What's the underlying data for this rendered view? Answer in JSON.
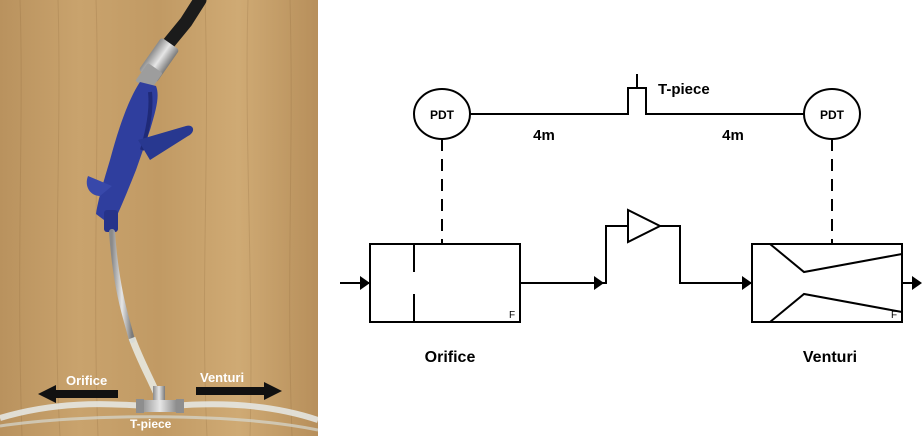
{
  "photo": {
    "labels": {
      "orifice": "Orifice",
      "venturi": "Venturi",
      "tpiece": "T-piece"
    }
  },
  "diagram": {
    "pdt_left": "PDT",
    "pdt_right": "PDT",
    "tpiece": "T-piece",
    "length_left": "4m",
    "length_right": "4m",
    "orifice_flag": "F",
    "venturi_flag": "F",
    "orifice_label": "Orifice",
    "venturi_label": "Venturi"
  }
}
